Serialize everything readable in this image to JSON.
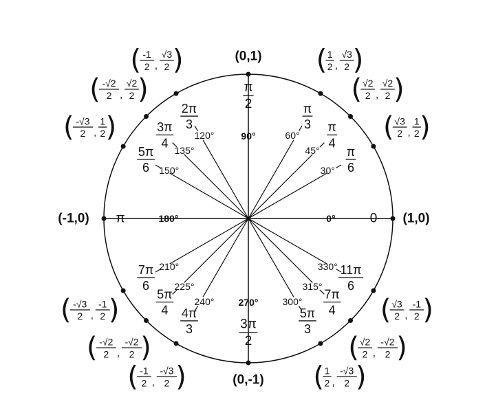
{
  "unit_circle": {
    "axis_points": [
      {
        "key": "right",
        "angle": 0,
        "label": "(1,0)",
        "degree": "0°",
        "radian": {
          "type": "plain",
          "text": "0"
        }
      },
      {
        "key": "top",
        "angle": 90,
        "label": "(0,1)",
        "degree": "90°",
        "radian": {
          "type": "frac",
          "num": "π",
          "den": "2"
        }
      },
      {
        "key": "left",
        "angle": 180,
        "label": "(-1,0)",
        "degree": "180°",
        "radian": {
          "type": "plain",
          "text": "π"
        }
      },
      {
        "key": "bottom",
        "angle": 270,
        "label": "(0,-1)",
        "degree": "270°",
        "radian": {
          "type": "frac",
          "num": "3π",
          "den": "2"
        }
      }
    ],
    "points": [
      {
        "angle": 30,
        "degree": "30°",
        "radian": {
          "num": "π",
          "den": "6"
        },
        "coord": [
          {
            "num": "√3",
            "den": "2"
          },
          {
            "num": "1",
            "den": "2"
          }
        ]
      },
      {
        "angle": 45,
        "degree": "45°",
        "radian": {
          "num": "π",
          "den": "4"
        },
        "coord": [
          {
            "num": "√2",
            "den": "2"
          },
          {
            "num": "√2",
            "den": "2"
          }
        ]
      },
      {
        "angle": 60,
        "degree": "60°",
        "radian": {
          "num": "π",
          "den": "3"
        },
        "coord": [
          {
            "num": "1",
            "den": "2"
          },
          {
            "num": "√3",
            "den": "2"
          }
        ]
      },
      {
        "angle": 120,
        "degree": "120°",
        "radian": {
          "num": "2π",
          "den": "3"
        },
        "coord": [
          {
            "num": "-1",
            "den": "2"
          },
          {
            "num": "√3",
            "den": "2"
          }
        ]
      },
      {
        "angle": 135,
        "degree": "135°",
        "radian": {
          "num": "3π",
          "den": "4"
        },
        "coord": [
          {
            "num": "-√2",
            "den": "2"
          },
          {
            "num": "√2",
            "den": "2"
          }
        ]
      },
      {
        "angle": 150,
        "degree": "150°",
        "radian": {
          "num": "5π",
          "den": "6"
        },
        "coord": [
          {
            "num": "-√3",
            "den": "2"
          },
          {
            "num": "1",
            "den": "2"
          }
        ]
      },
      {
        "angle": 210,
        "degree": "210°",
        "radian": {
          "num": "7π",
          "den": "6"
        },
        "coord": [
          {
            "num": "-√3",
            "den": "2"
          },
          {
            "num": "-1",
            "den": "2"
          }
        ]
      },
      {
        "angle": 225,
        "degree": "225°",
        "radian": {
          "num": "5π",
          "den": "4"
        },
        "coord": [
          {
            "num": "-√2",
            "den": "2"
          },
          {
            "num": "-√2",
            "den": "2"
          }
        ]
      },
      {
        "angle": 240,
        "degree": "240°",
        "radian": {
          "num": "4π",
          "den": "3"
        },
        "coord": [
          {
            "num": "-1",
            "den": "2"
          },
          {
            "num": "-√3",
            "den": "2"
          }
        ]
      },
      {
        "angle": 300,
        "degree": "300°",
        "radian": {
          "num": "5π",
          "den": "3"
        },
        "coord": [
          {
            "num": "1",
            "den": "2"
          },
          {
            "num": "-√3",
            "den": "2"
          }
        ]
      },
      {
        "angle": 315,
        "degree": "315°",
        "radian": {
          "num": "7π",
          "den": "4"
        },
        "coord": [
          {
            "num": "√2",
            "den": "2"
          },
          {
            "num": "-√2",
            "den": "2"
          }
        ]
      },
      {
        "angle": 330,
        "degree": "330°",
        "radian": {
          "num": "11π",
          "den": "6"
        },
        "coord": [
          {
            "num": "√3",
            "den": "2"
          },
          {
            "num": "-1",
            "den": "2"
          }
        ]
      }
    ]
  }
}
